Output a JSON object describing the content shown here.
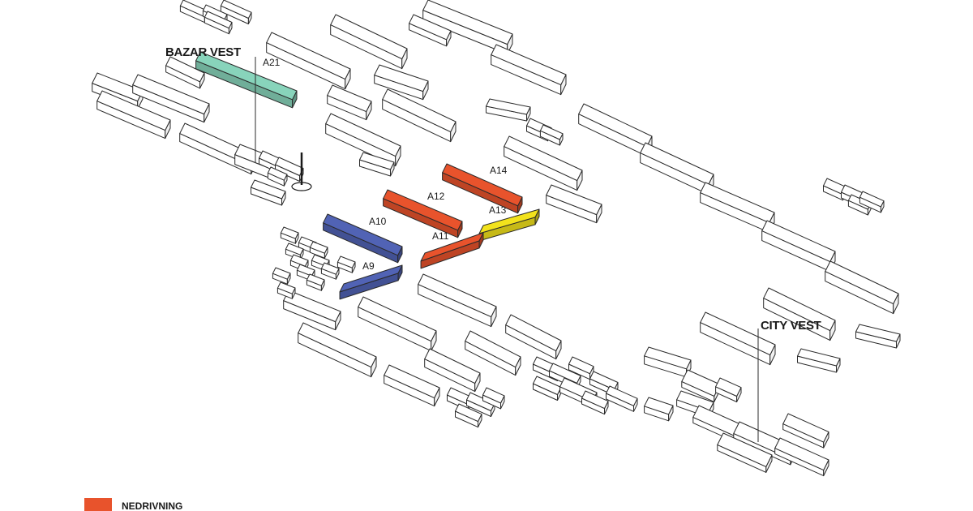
{
  "area_labels": {
    "bazar_vest": "BAZAR VEST",
    "city_vest": "CITY VEST"
  },
  "buildings": [
    {
      "id": "A21",
      "label": "A21",
      "color": "#88d4bb"
    },
    {
      "id": "A14",
      "label": "A14",
      "color": "#e8532c"
    },
    {
      "id": "A12",
      "label": "A12",
      "color": "#e8532c"
    },
    {
      "id": "A13",
      "label": "A13",
      "color": "#f2e21c"
    },
    {
      "id": "A11",
      "label": "A11",
      "color": "#e8532c"
    },
    {
      "id": "A10",
      "label": "A10",
      "color": "#5163b5"
    },
    {
      "id": "A9",
      "label": "A9",
      "color": "#5163b5"
    }
  ],
  "legend": [
    {
      "label": "NEDRIVNING",
      "color": "#e8532c"
    }
  ],
  "colors": {
    "outline": "#2a2a2a",
    "neutral_fill": "#ffffff",
    "neutral_side": "#f1f1f1"
  }
}
